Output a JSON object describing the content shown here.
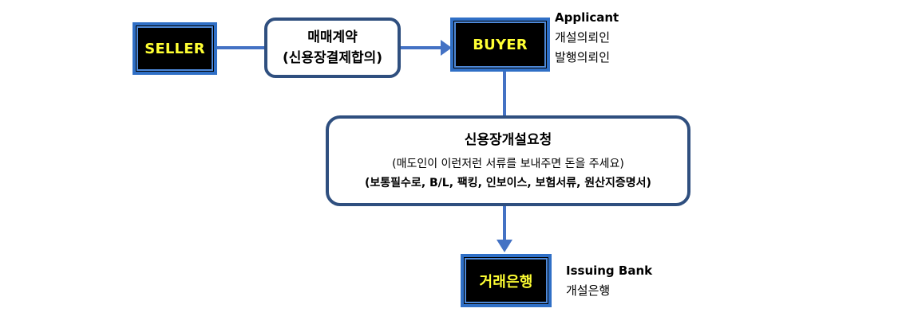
{
  "seller": {
    "label": "SELLER"
  },
  "buyer": {
    "label": "BUYER"
  },
  "bank": {
    "label": "거래은행"
  },
  "contract": {
    "line1": "매매계약",
    "line2": "(신용장결제합의)"
  },
  "buyer_note": {
    "en": "Applicant",
    "ko1": "개설의뢰인",
    "ko2": "발행의뢰인"
  },
  "request": {
    "title": "신용장개설요청",
    "line1": "(매도인이 이런저런 서류를 보내주면 돈을 주세요)",
    "line2": "(보통필수로, B/L, 팩킹, 인보이스, 보험서류, 원산지증명서)"
  },
  "bank_note": {
    "en": "Issuing Bank",
    "ko": "개설은행"
  },
  "colors": {
    "party_fill": "#000000",
    "party_text": "#ffff33",
    "party_border": "#2f6fc6",
    "connector": "#4472c4",
    "rounded_border": "#2f4f7f"
  }
}
